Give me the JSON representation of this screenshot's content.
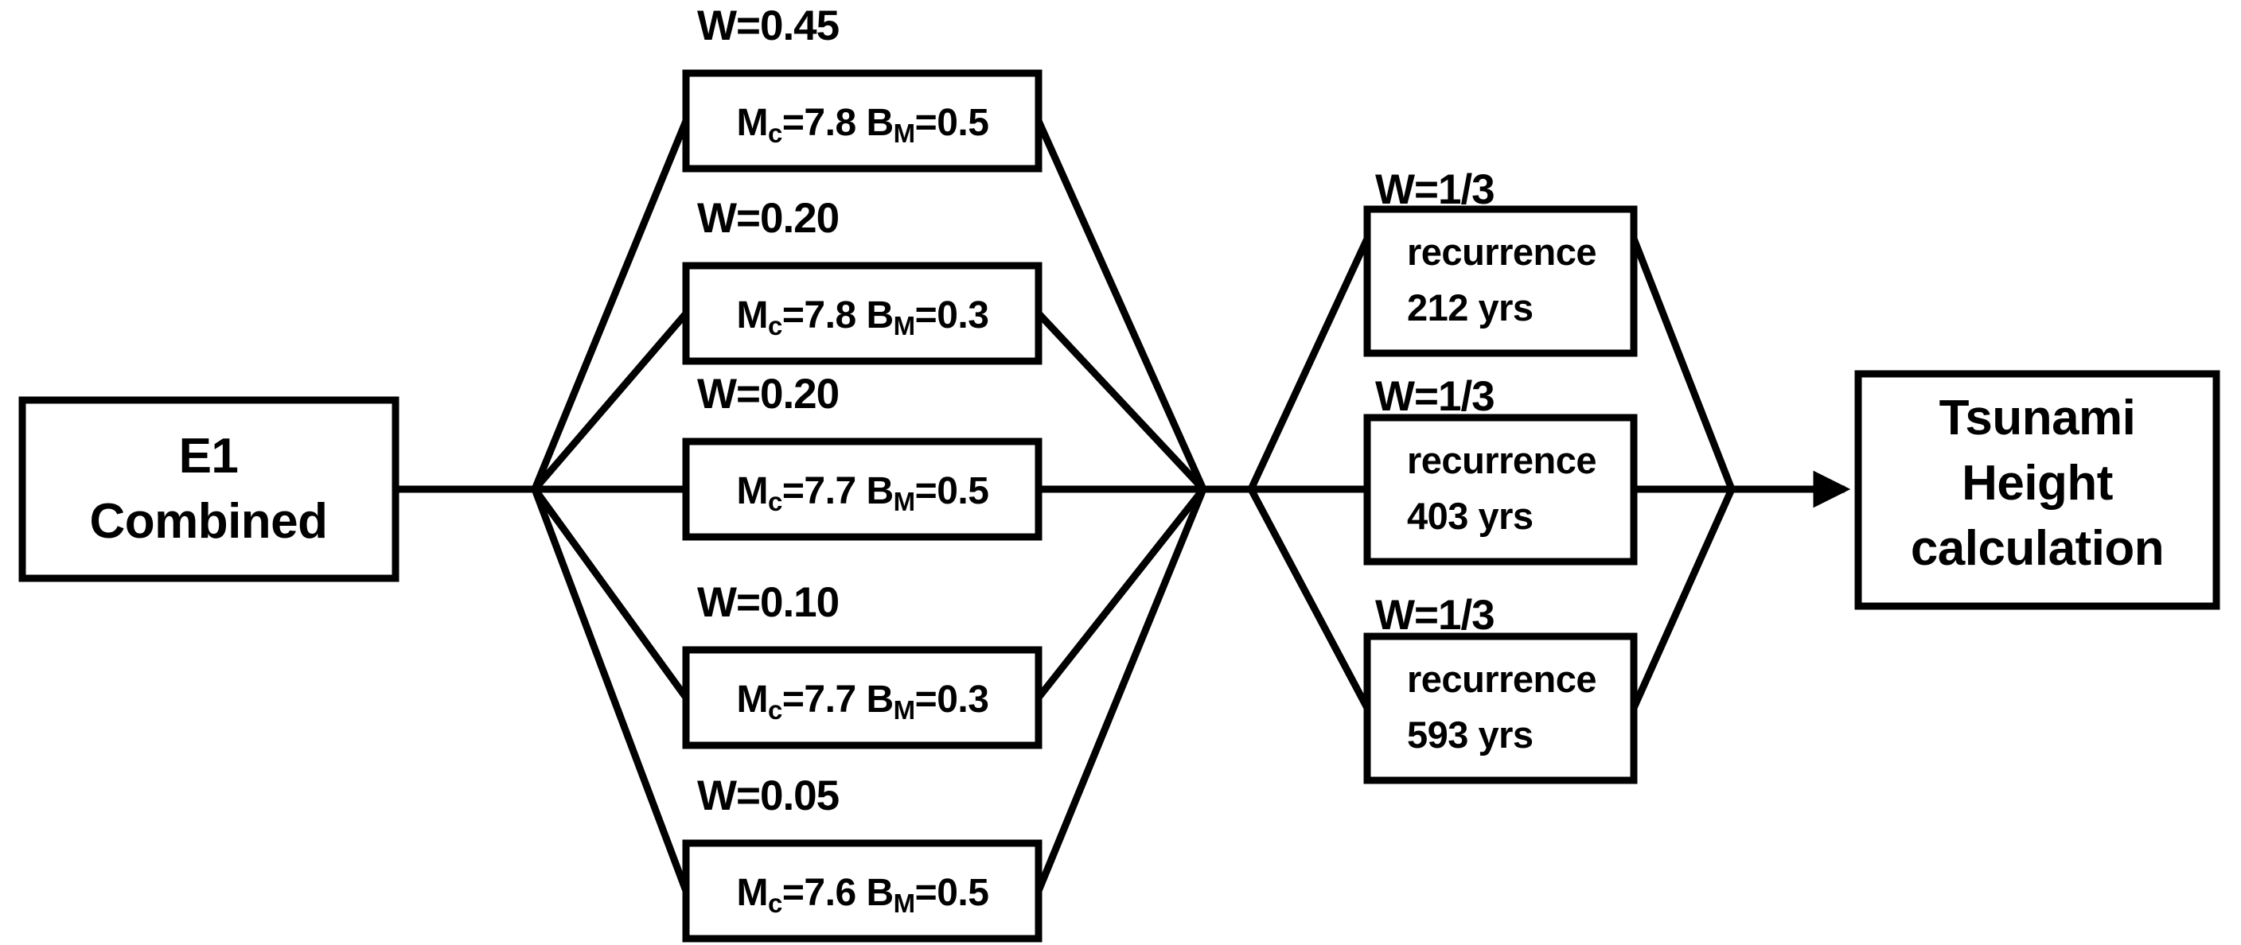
{
  "diagram": {
    "type": "logic-tree",
    "title_visible": false,
    "colors": {
      "line": "#000000",
      "box_fill": "#ffffff",
      "background": "#ffffff"
    },
    "root": {
      "line1": "E1",
      "line2": "Combined"
    },
    "magnitude_branches": [
      {
        "weight_label": "W=0.45",
        "weight_value": 0.45,
        "mc_prefix": "M",
        "mc_sub": "c",
        "mc_value": "=7.8",
        "b_prefix": "B",
        "b_sub": "M",
        "b_value": "=0.5",
        "full_text": "Mc=7.8 BM=0.5"
      },
      {
        "weight_label": "W=0.20",
        "weight_value": 0.2,
        "mc_prefix": "M",
        "mc_sub": "c",
        "mc_value": "=7.8",
        "b_prefix": "B",
        "b_sub": "M",
        "b_value": "=0.3",
        "full_text": "Mc=7.8 BM=0.3"
      },
      {
        "weight_label": "W=0.20",
        "weight_value": 0.2,
        "mc_prefix": "M",
        "mc_sub": "c",
        "mc_value": "=7.7",
        "b_prefix": "B",
        "b_sub": "M",
        "b_value": "=0.5",
        "full_text": "Mc=7.7 BM=0.5"
      },
      {
        "weight_label": "W=0.10",
        "weight_value": 0.1,
        "mc_prefix": "M",
        "mc_sub": "c",
        "mc_value": "=7.7",
        "b_prefix": "B",
        "b_sub": "M",
        "b_value": "=0.3",
        "full_text": "Mc=7.7 BM=0.3"
      },
      {
        "weight_label": "W=0.05",
        "weight_value": 0.05,
        "mc_prefix": "M",
        "mc_sub": "c",
        "mc_value": "=7.6",
        "b_prefix": "B",
        "b_sub": "M",
        "b_value": "=0.5",
        "full_text": "Mc=7.6 BM=0.5"
      }
    ],
    "recurrence_branches": [
      {
        "weight_label": "W=1/3",
        "weight_value": "1/3",
        "line1": "recurrence",
        "line2": "212 yrs",
        "years": 212
      },
      {
        "weight_label": "W=1/3",
        "weight_value": "1/3",
        "line1": "recurrence",
        "line2": "403 yrs",
        "years": 403
      },
      {
        "weight_label": "W=1/3",
        "weight_value": "1/3",
        "line1": "recurrence",
        "line2": "593 yrs",
        "years": 593
      }
    ],
    "terminal": {
      "line1": "Tsunami",
      "line2": "Height",
      "line3": "calculation"
    }
  }
}
